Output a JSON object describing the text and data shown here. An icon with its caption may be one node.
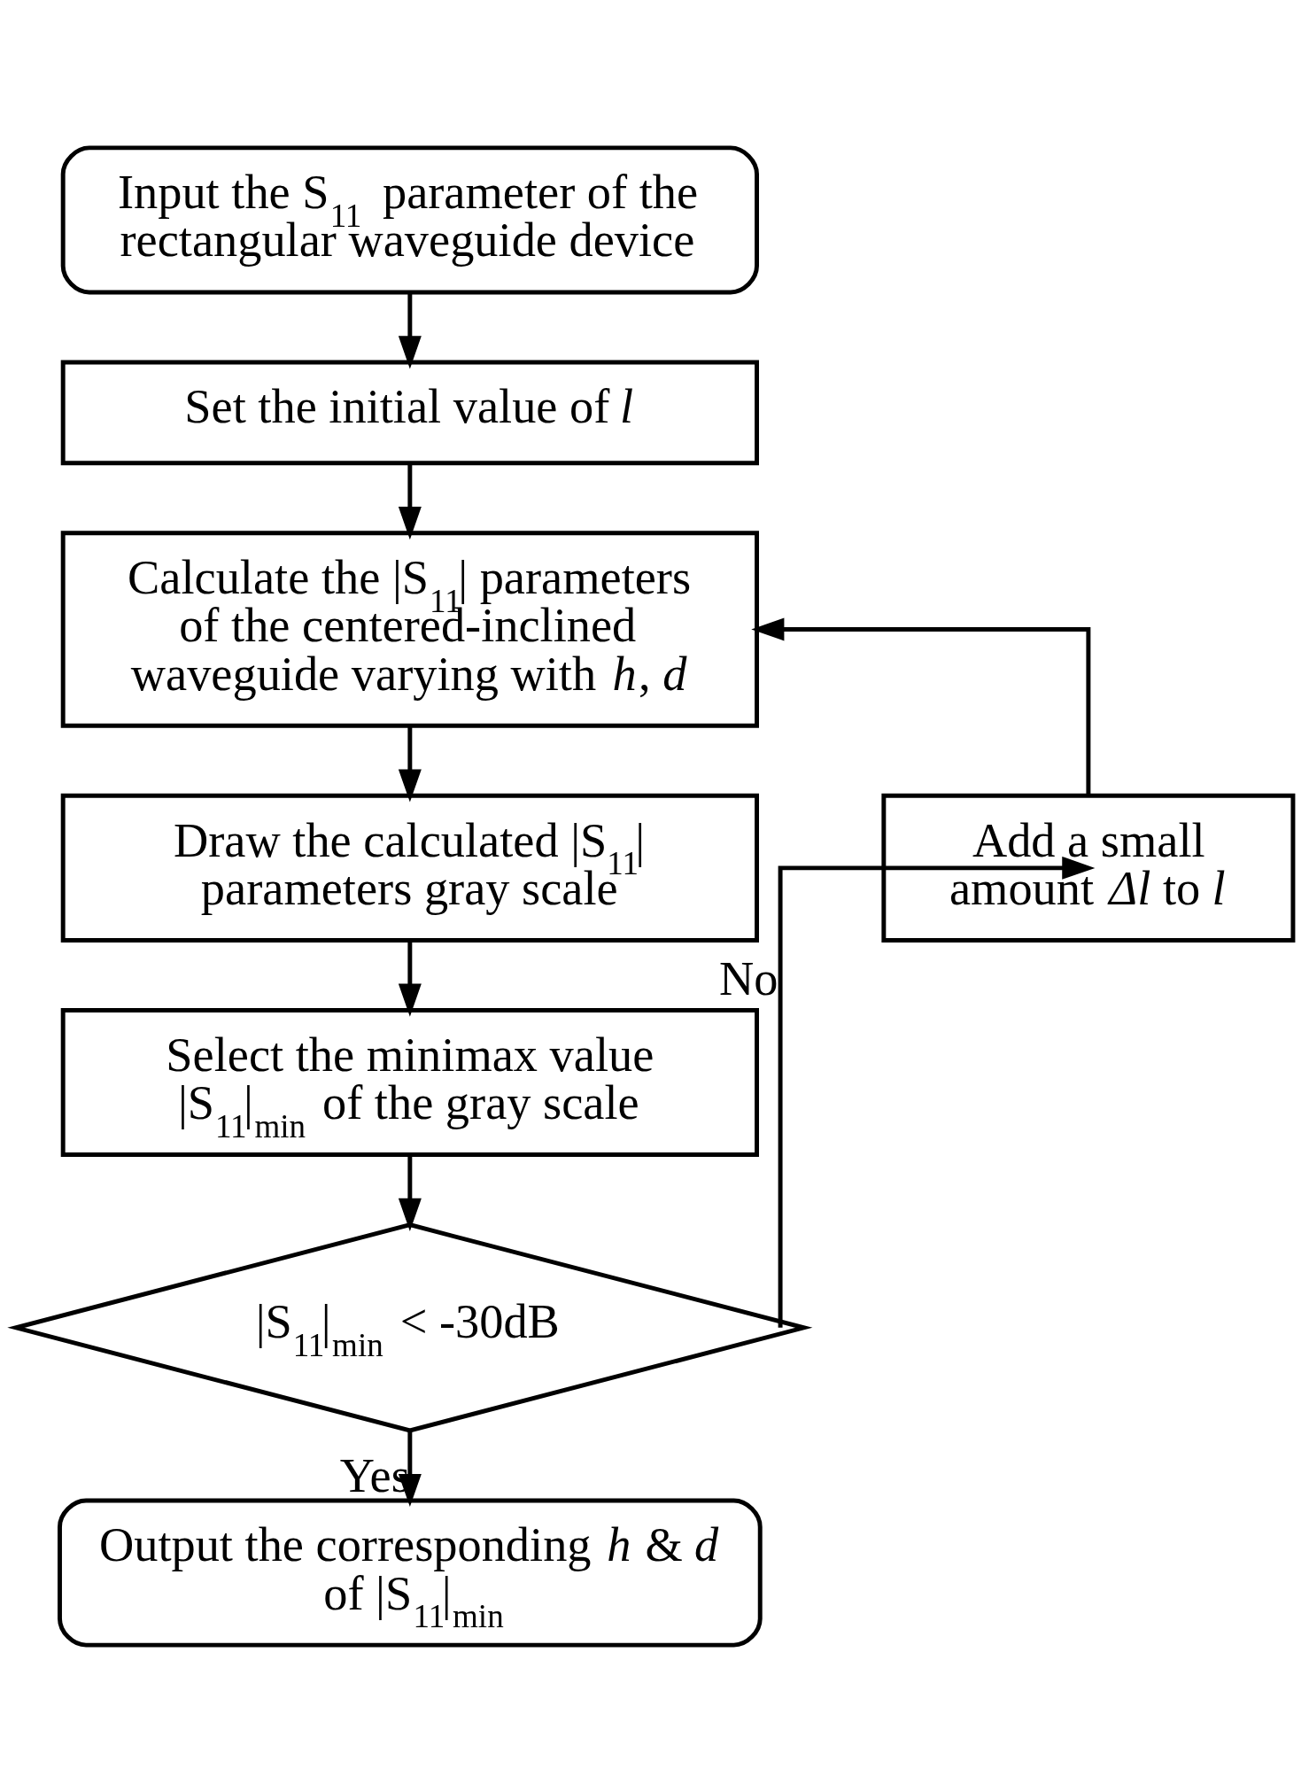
{
  "diagram": {
    "nodes": [
      {
        "text": [
          "Input the S$_{11}$ parameter of the rectangular waveguide device"
        ]
      },
      {
        "text": [
          "Set the initial value of *l*"
        ]
      },
      {
        "text": [
          "Calculate the |S$_{11}$| parameters of the centered-inclined waveguide varying with *h*, *d*"
        ]
      },
      {
        "text": [
          "Draw the calculated |S$_{11}$| parameters gray scale"
        ]
      },
      {
        "text": [
          "Select the minimax value |S$_{11}$|$_{min}$ of the gray scale"
        ]
      },
      {
        "text": [
          "|S$_{11}$|$_{min}$ < -30dB"
        ]
      },
      {
        "text": [
          "Add a small amount *Δl* to *l*"
        ]
      },
      {
        "text": [
          "Output the corresponding *h* & *d* of |S$_{11}$|$_{min}$"
        ]
      }
    ],
    "edges": [
      {
        "from": 0,
        "to": 1,
        "arrow": "to"
      },
      {
        "from": 1,
        "to": 2,
        "arrow": "to"
      },
      {
        "from": 2,
        "to": 3,
        "arrow": "to"
      },
      {
        "from": 3,
        "to": 4,
        "arrow": "to"
      },
      {
        "from": 4,
        "to": 5,
        "arrow": "to"
      },
      {
        "from": 5,
        "to": 6,
        "arrow": "to",
        "label": "No"
      },
      {
        "from": 6,
        "to": 2,
        "arrow": "to"
      },
      {
        "from": 5,
        "to": 7,
        "arrow": "to",
        "label": "Yes"
      }
    ]
  }
}
